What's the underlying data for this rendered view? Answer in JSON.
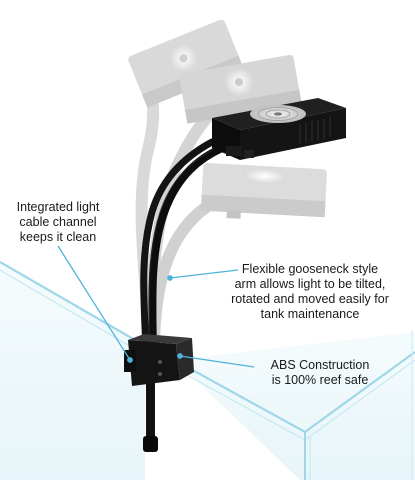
{
  "callouts": {
    "cable_channel": {
      "lines": [
        "Integrated light",
        "cable channel",
        "keeps it clean"
      ]
    },
    "gooseneck_arm": {
      "lines": [
        "Flexible gooseneck style",
        "arm allows light to be tilted,",
        "rotated and moved easily for",
        "tank maintenance"
      ]
    },
    "abs_construction": {
      "lines": [
        "ABS Construction",
        "is 100% reef safe"
      ]
    }
  },
  "colors": {
    "background": "#ffffff",
    "tank_glass_edge": "#9fd7e8",
    "tank_glass_fill": "#eef8fb",
    "pointer_line": "#4fb3d9",
    "fixture_black": "#111111",
    "ghost_fixture": "#c8c8c8"
  }
}
